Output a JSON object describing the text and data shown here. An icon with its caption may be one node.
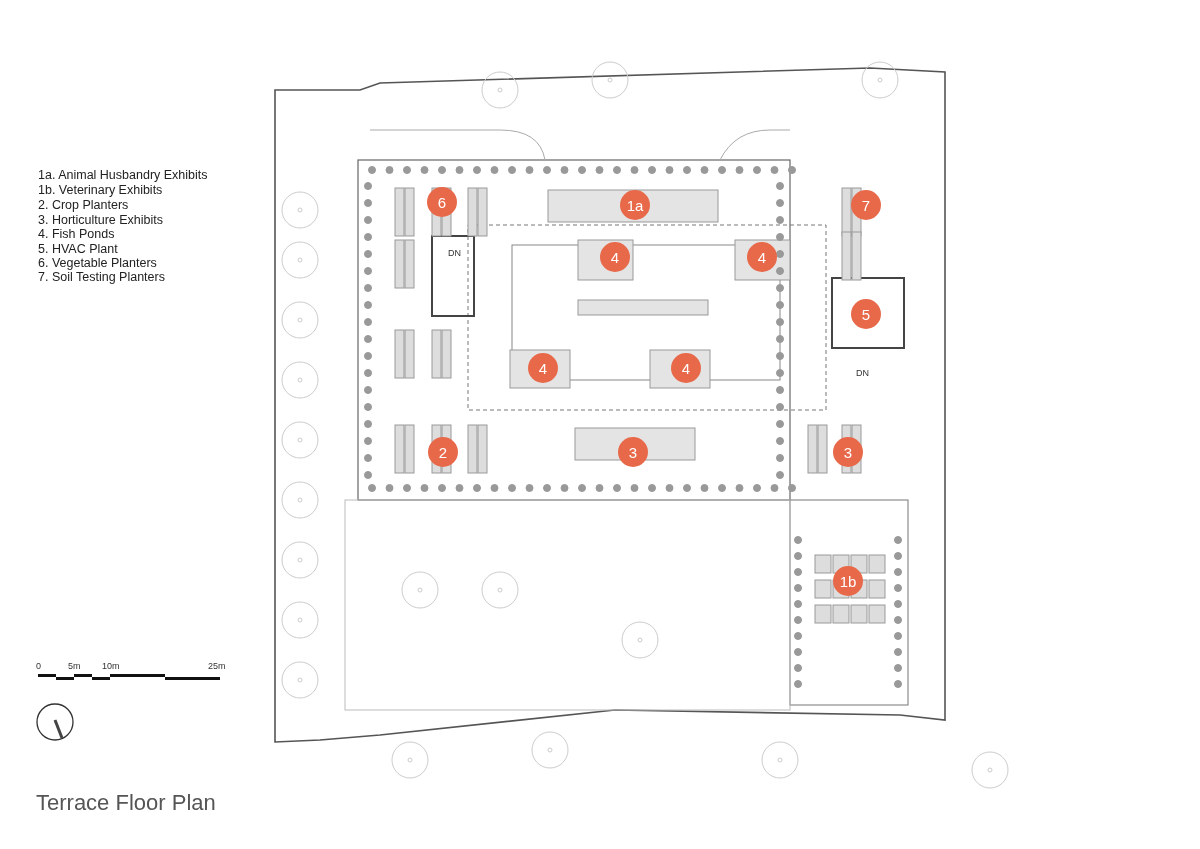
{
  "diagram": {
    "title": "Terrace Floor Plan",
    "nodes": [
      {
        "text": [
          "6"
        ]
      },
      {
        "text": [
          "1a"
        ]
      },
      {
        "text": [
          "7"
        ]
      },
      {
        "text": [
          "4"
        ]
      },
      {
        "text": [
          "4"
        ]
      },
      {
        "text": [
          "5"
        ]
      },
      {
        "text": [
          "4"
        ]
      },
      {
        "text": [
          "4"
        ]
      },
      {
        "text": [
          "2"
        ]
      },
      {
        "text": [
          "3"
        ]
      },
      {
        "text": [
          "3"
        ]
      },
      {
        "text": [
          "1b"
        ]
      }
    ],
    "edges": [],
    "labels": [
      "1a. Animal Husbandry Exhibits",
      "1b. Veterinary Exhibits",
      "2. Crop Planters",
      "3. Horticulture Exhibits",
      "4. Fish Ponds",
      "5. HVAC Plant",
      "6. Vegetable Planters",
      "7. Soil Testing Planters",
      "DN",
      "DN",
      "0",
      "5m",
      "10m",
      "25m"
    ]
  }
}
